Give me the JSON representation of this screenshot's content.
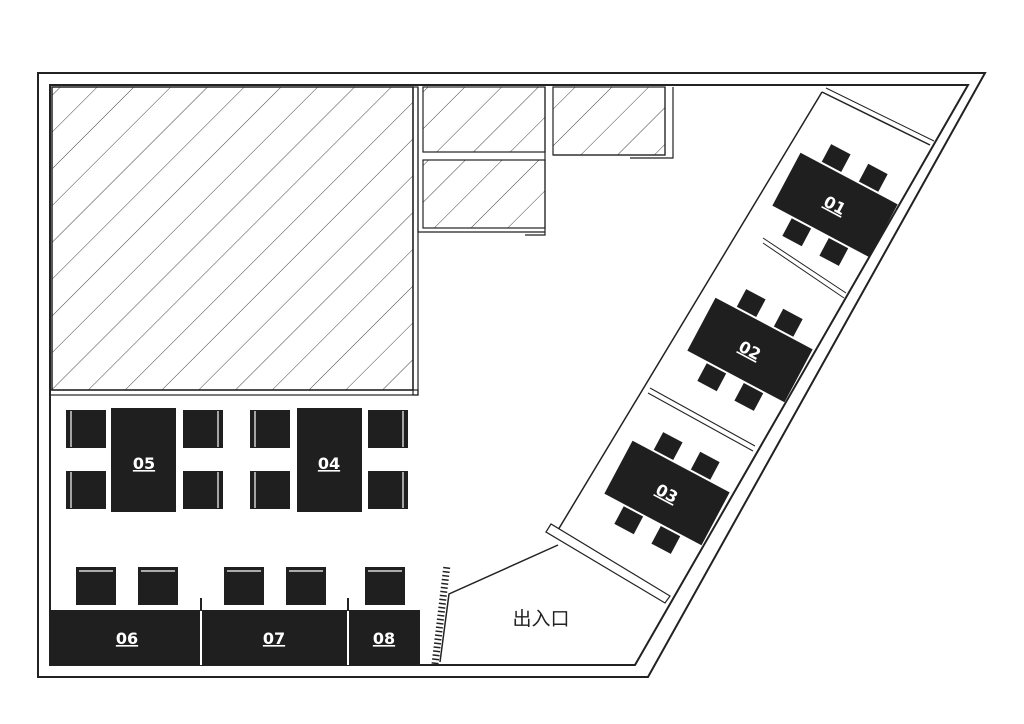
{
  "floor_plan": {
    "entrance_label": "出入口",
    "tables": [
      {
        "id": "01"
      },
      {
        "id": "02"
      },
      {
        "id": "03"
      },
      {
        "id": "04"
      },
      {
        "id": "05"
      },
      {
        "id": "06"
      },
      {
        "id": "07"
      },
      {
        "id": "08"
      }
    ],
    "colors": {
      "furniture": "#1f1f1f",
      "wall": "#222222",
      "background": "#ffffff"
    }
  }
}
